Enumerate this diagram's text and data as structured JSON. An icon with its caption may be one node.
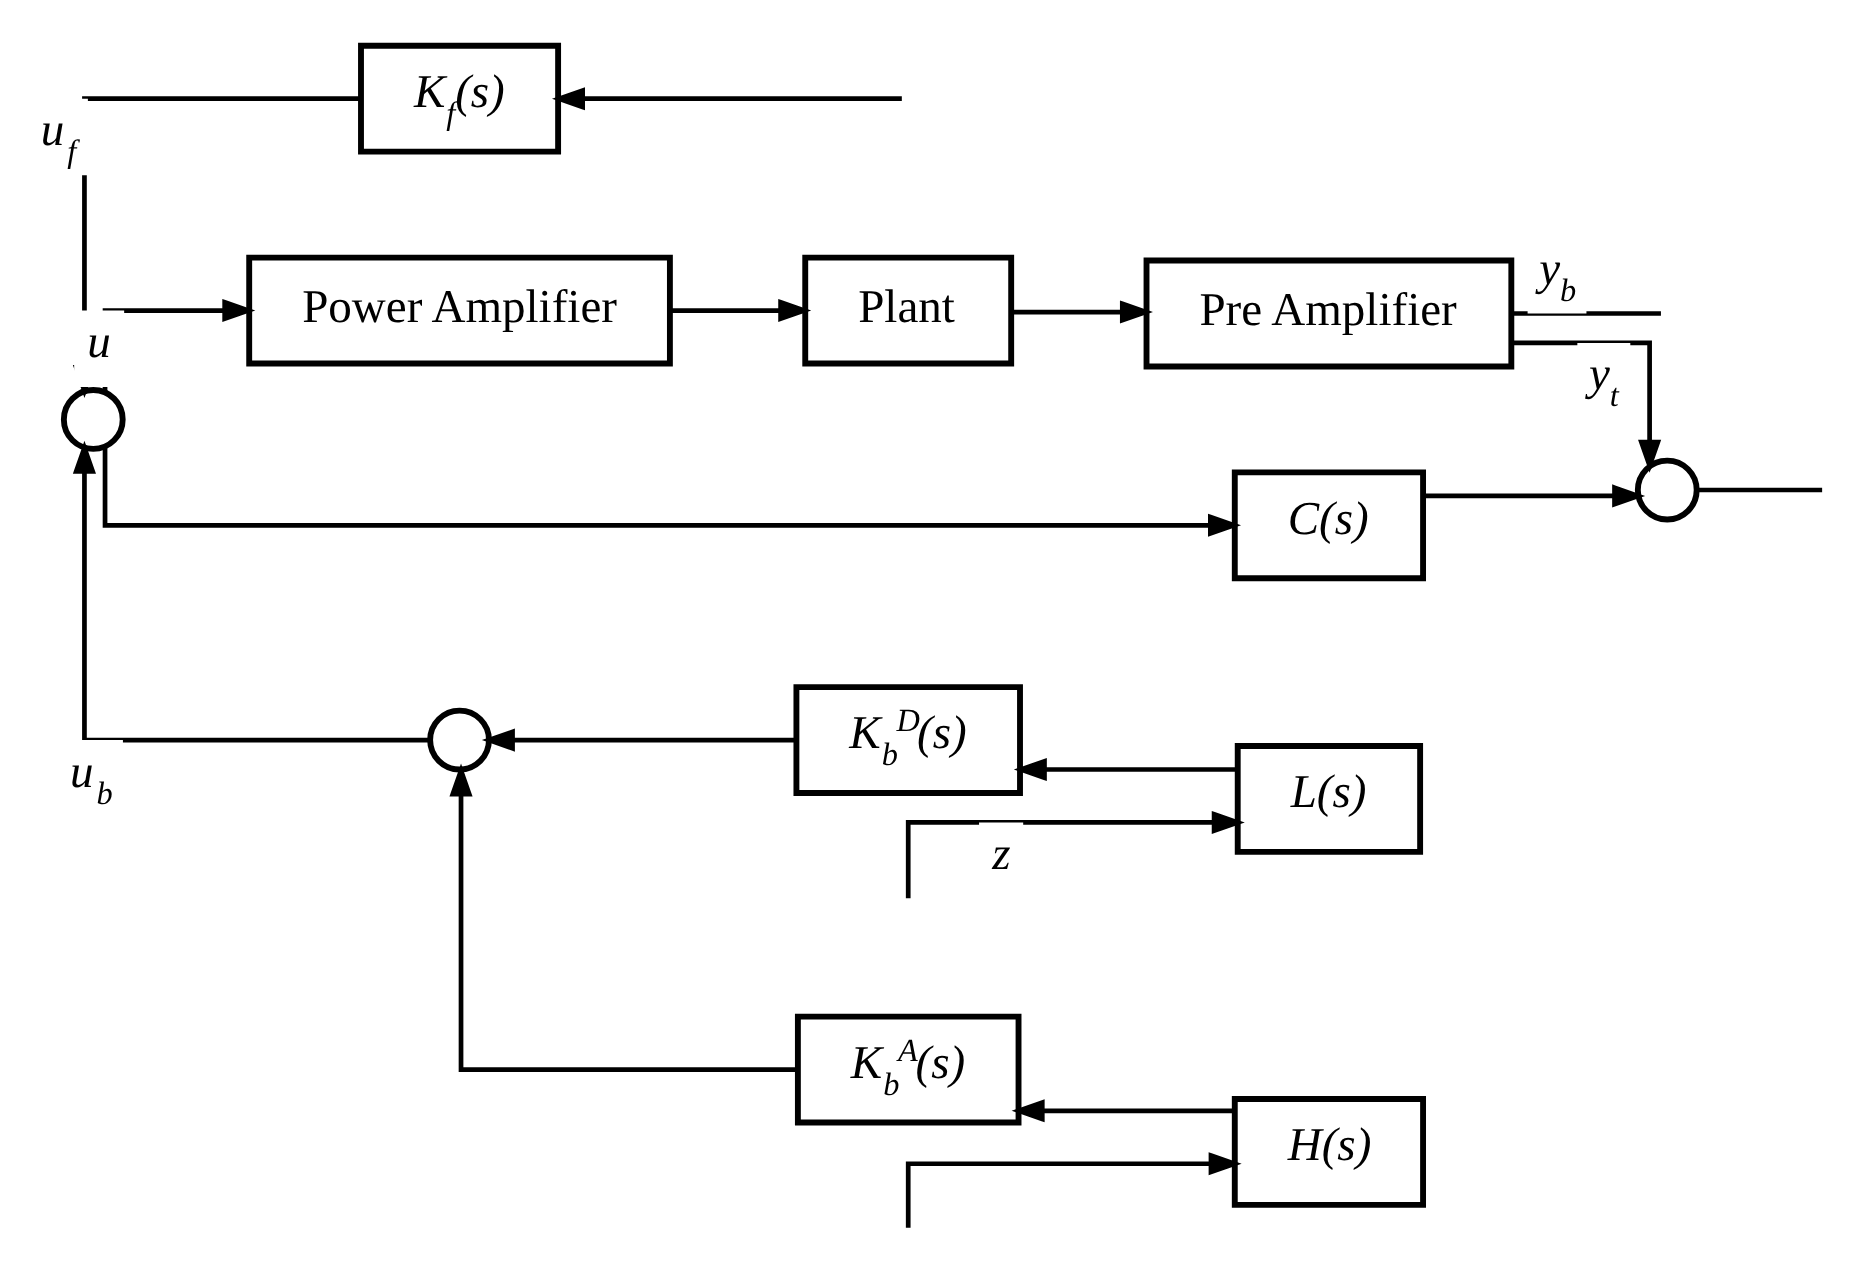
{
  "diagram": {
    "nodes": [
      {
        "text": [
          "K$_{f}$(s)"
        ]
      },
      {
        "text": [],
        "shape": "circle"
      },
      {
        "text": [
          "Power Amplifier"
        ]
      },
      {
        "text": [
          "Plant"
        ]
      },
      {
        "text": [
          "Pre Amplifier"
        ]
      },
      {
        "text": [],
        "shape": "circle"
      },
      {
        "text": [
          "C(s)"
        ]
      },
      {
        "text": [
          "K$_{b}$$^{D}$(s)"
        ]
      },
      {
        "text": [
          "L(s)"
        ]
      },
      {
        "text": [],
        "shape": "circle"
      },
      {
        "text": [
          "K$_{b}$$^{A}$(s)"
        ]
      },
      {
        "text": [
          "H(s)"
        ]
      }
    ],
    "edges": [
      {
        "from": null,
        "to": 0,
        "arrow": "to"
      },
      {
        "from": 0,
        "to": 1,
        "arrow": "to",
        "label": "u$_{f}$"
      },
      {
        "from": 1,
        "to": 2,
        "arrow": "to",
        "label": "u"
      },
      {
        "from": 2,
        "to": 3,
        "arrow": "to"
      },
      {
        "from": 3,
        "to": 4,
        "arrow": "to"
      },
      {
        "from": 4,
        "to": null,
        "arrow": "none",
        "label": "y$_{b}$"
      },
      {
        "from": 4,
        "to": 5,
        "arrow": "to",
        "label": "y$_{t}$"
      },
      {
        "from": 1,
        "to": 6,
        "arrow": "to"
      },
      {
        "from": 6,
        "to": 5,
        "arrow": "to"
      },
      {
        "from": 5,
        "to": null,
        "arrow": "none"
      },
      {
        "from": null,
        "to": 8,
        "arrow": "to",
        "label": "z"
      },
      {
        "from": null,
        "to": 11,
        "arrow": "to"
      },
      {
        "from": 8,
        "to": 7,
        "arrow": "to"
      },
      {
        "from": 11,
        "to": 10,
        "arrow": "to"
      },
      {
        "from": 7,
        "to": 9,
        "arrow": "to"
      },
      {
        "from": 10,
        "to": 9,
        "arrow": "to"
      },
      {
        "from": 9,
        "to": 1,
        "arrow": "to",
        "label": "u$_{b}$"
      }
    ]
  }
}
